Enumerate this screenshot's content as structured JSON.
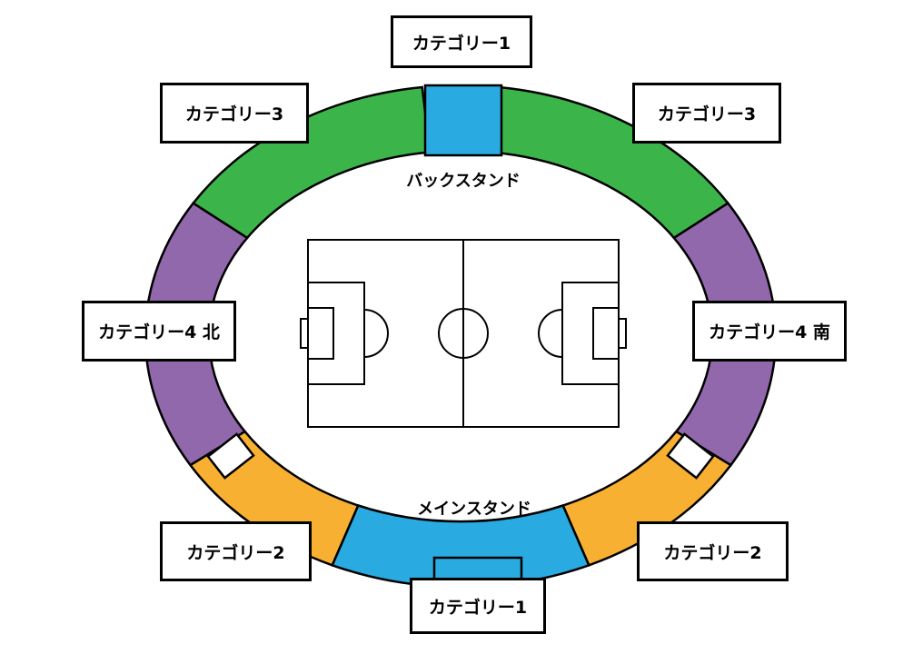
{
  "stadium": {
    "stands": {
      "back": "バックスタンド",
      "main": "メインスタンド"
    },
    "labels": {
      "cat1_top": "カテゴリー1",
      "cat1_bottom": "カテゴリー1",
      "cat2_left": "カテゴリー2",
      "cat2_right": "カテゴリー2",
      "cat3_left": "カテゴリー3",
      "cat3_right": "カテゴリー3",
      "cat4_north": "カテゴリー4 北",
      "cat4_south": "カテゴリー4 南"
    },
    "colors": {
      "category1": "#29abe2",
      "category2": "#f7b031",
      "category3": "#3bb54a",
      "category4": "#9268ac",
      "outline": "#000000",
      "field_fill": "#ffffff"
    }
  }
}
